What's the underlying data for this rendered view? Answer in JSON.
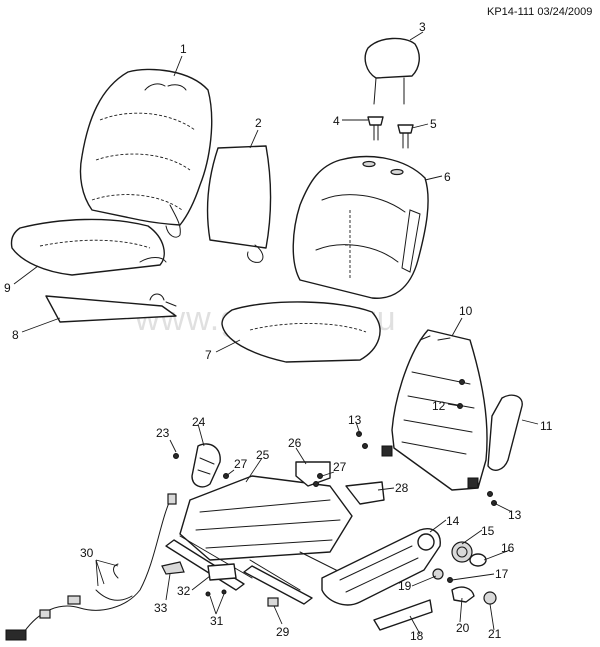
{
  "header": {
    "code": "KP14-111 03/24/2009"
  },
  "watermark": "www.gmsklud.ru",
  "callouts": {
    "c1": "1",
    "c2": "2",
    "c3": "3",
    "c4": "4",
    "c5": "5",
    "c6": "6",
    "c7": "7",
    "c8": "8",
    "c9": "9",
    "c10": "10",
    "c11": "11",
    "c12": "12",
    "c13a": "13",
    "c13b": "13",
    "c14": "14",
    "c15": "15",
    "c16": "16",
    "c17": "17",
    "c18": "18",
    "c19": "19",
    "c20": "20",
    "c21": "21",
    "c23": "23",
    "c24": "24",
    "c25": "25",
    "c26": "26",
    "c27a": "27",
    "c27b": "27",
    "c28": "28",
    "c29": "29",
    "c30": "30",
    "c31": "31",
    "c32": "32",
    "c33": "33"
  }
}
